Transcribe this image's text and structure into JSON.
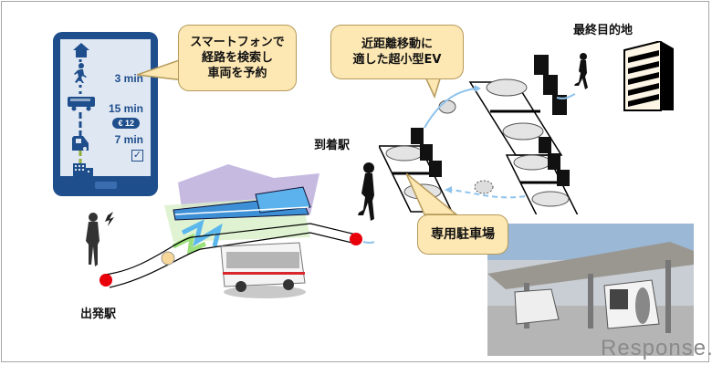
{
  "phone": {
    "steps": [
      {
        "icon": "house-icon",
        "duration": ""
      },
      {
        "icon": "walking-person-icon",
        "duration": "3 min"
      },
      {
        "icon": "bus-icon",
        "duration": "15 min"
      },
      {
        "icon": "micro-ev-icon",
        "duration": "7 min"
      },
      {
        "icon": "office-building-icon",
        "duration": ""
      }
    ],
    "price": "€ 12",
    "check_mark": "✓"
  },
  "callouts": {
    "smartphone": [
      "スマートフォンで",
      "経路を検索し",
      "車両を予約"
    ],
    "micro_ev": [
      "近距離移動に",
      "適した超小型EV"
    ],
    "parking": "専用駐車場"
  },
  "labels": {
    "departure_station": "出発駅",
    "arrival_station": "到着駅",
    "final_destination": "最終目的地"
  },
  "watermark": "Response.",
  "colors": {
    "phone_blue": "#1f4e8c",
    "callout_fill": "#fde7b3",
    "route_dot_red": "#e8000b",
    "route_dot_yellow": "#f7d69a",
    "arrow_blue": "#8fc3ec"
  }
}
